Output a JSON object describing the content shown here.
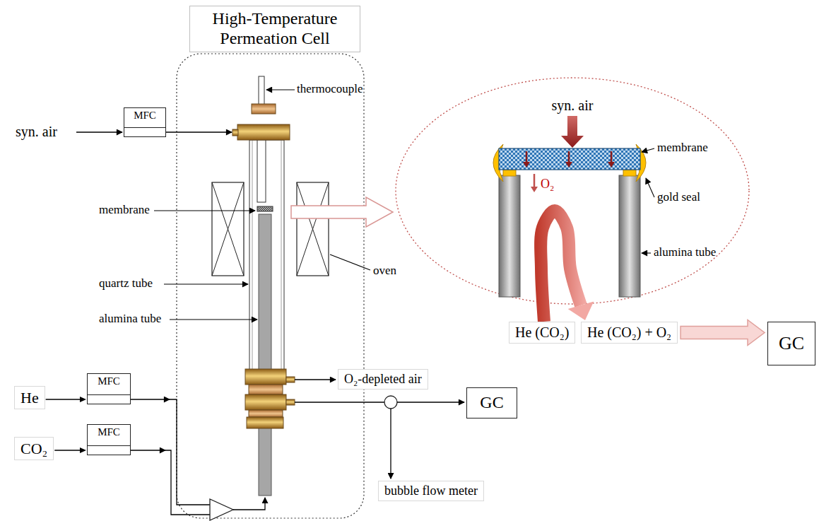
{
  "diagram": {
    "nodes": [
      {
        "text": [
          "High-Temperature Permeation Cell"
        ]
      },
      {
        "text": [
          "MFC"
        ]
      },
      {
        "text": [
          "He (CO₂)"
        ]
      },
      {
        "text": [
          "He (CO₂) + O₂"
        ]
      },
      {
        "text": [
          "GC"
        ]
      },
      {
        "text": [
          "O₂-depleted air"
        ]
      },
      {
        "text": [
          "He"
        ]
      },
      {
        "text": [
          "MFC"
        ]
      },
      {
        "text": [
          "GC"
        ]
      },
      {
        "text": [
          "CO₂"
        ]
      },
      {
        "text": [
          "MFC"
        ]
      },
      {
        "text": [
          "bubble flow meter"
        ]
      }
    ],
    "edges": [
      {
        "from": 2,
        "to": 3,
        "arrow": "to"
      },
      {
        "from": 3,
        "to": 4,
        "arrow": "to"
      },
      {
        "from": 6,
        "to": 7,
        "arrow": "to"
      },
      {
        "from": 9,
        "to": 10,
        "arrow": "to"
      }
    ],
    "labels": [
      "syn. air",
      "thermocouple",
      "membrane",
      "oven",
      "quartz tube",
      "alumina tube",
      "syn. air",
      "membrane",
      "gold seal",
      "O₂",
      "alumina tube"
    ]
  }
}
